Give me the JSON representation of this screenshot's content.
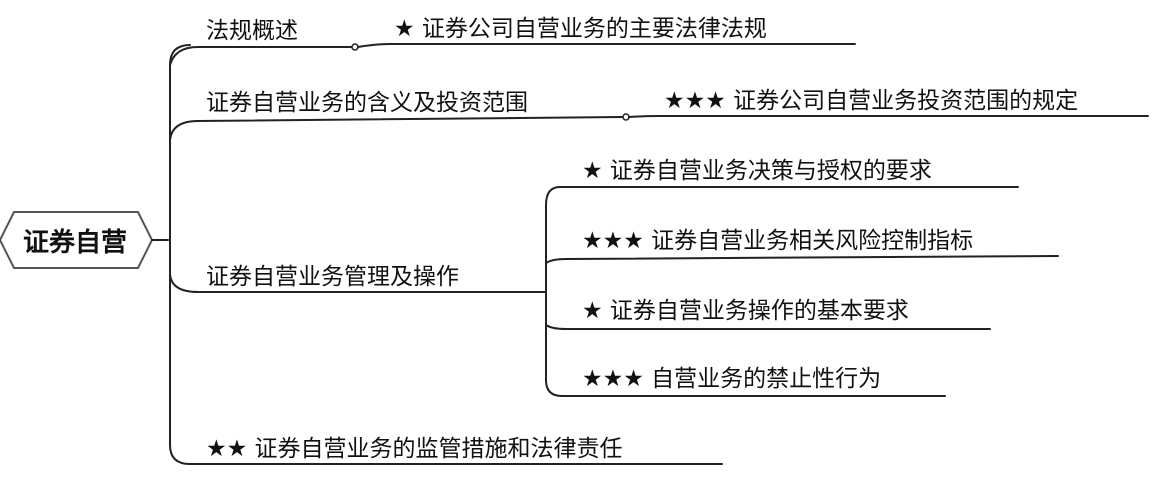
{
  "root": {
    "label": "证券自营"
  },
  "branches": [
    {
      "label": "法规概述",
      "children": [
        {
          "label": "★ 证券公司自营业务的主要法律法规"
        }
      ]
    },
    {
      "label": "证券自营业务的含义及投资范围",
      "children": [
        {
          "label": "★★★ 证券公司自营业务投资范围的规定"
        }
      ]
    },
    {
      "label": "证券自营业务管理及操作",
      "children": [
        {
          "label": "★ 证券自营业务决策与授权的要求"
        },
        {
          "label": "★★★ 证券自营业务相关风险控制指标"
        },
        {
          "label": "★ 证券自营业务操作的基本要求"
        },
        {
          "label": "★★★ 自营业务的禁止性行为"
        }
      ]
    },
    {
      "label": "★★ 证券自营业务的监管措施和法律责任",
      "children": []
    }
  ]
}
